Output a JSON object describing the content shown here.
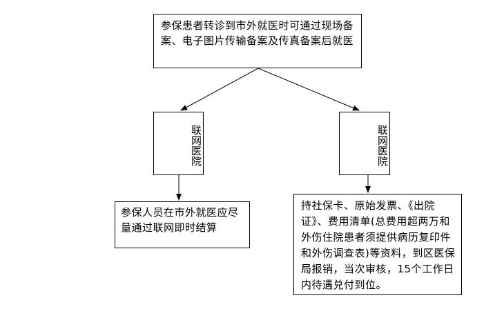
{
  "nodes": {
    "top": {
      "text": "参保患者转诊到市外就医时可通过现场备案、电子图片传输备案及传真备案后就医"
    },
    "left_hospital": {
      "text": "联网医院"
    },
    "right_hospital": {
      "text": "联网医院"
    },
    "left_result": {
      "text": "参保人员在市外就医应尽量通过联网即时结算"
    },
    "right_result": {
      "text": "持社保卡、原始发票、《出院证》、费用清单(总费用超两万和外伤住院患者须提供病历复印件和外伤调查表)等资料，到区医保局报销，当次审核，15个工作日内待遇兑付到位。"
    }
  },
  "edges": [
    {
      "from": "top",
      "to": "left_hospital"
    },
    {
      "from": "top",
      "to": "right_hospital"
    },
    {
      "from": "left_hospital",
      "to": "left_result"
    },
    {
      "from": "right_hospital",
      "to": "right_result"
    }
  ],
  "colors": {
    "line": "#000000",
    "background": "#ffffff"
  }
}
